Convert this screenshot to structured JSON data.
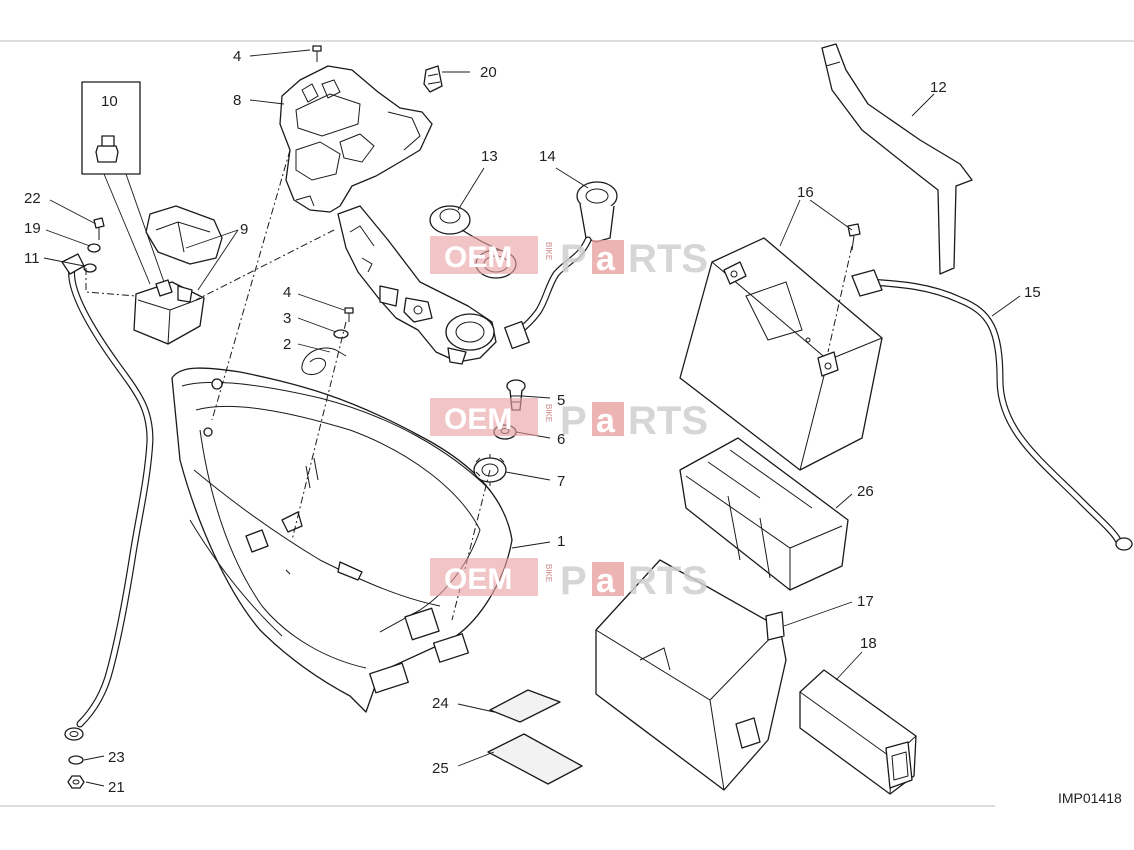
{
  "diagram_code": "IMP01418",
  "callouts": [
    {
      "id": "c1",
      "text": "1"
    },
    {
      "id": "c2",
      "text": "2"
    },
    {
      "id": "c3",
      "text": "3"
    },
    {
      "id": "c4a",
      "text": "4"
    },
    {
      "id": "c4b",
      "text": "4"
    },
    {
      "id": "c5",
      "text": "5"
    },
    {
      "id": "c6",
      "text": "6"
    },
    {
      "id": "c7",
      "text": "7"
    },
    {
      "id": "c8",
      "text": "8"
    },
    {
      "id": "c9",
      "text": "9"
    },
    {
      "id": "c10",
      "text": "10"
    },
    {
      "id": "c11",
      "text": "11"
    },
    {
      "id": "c12",
      "text": "12"
    },
    {
      "id": "c13",
      "text": "13"
    },
    {
      "id": "c14",
      "text": "14"
    },
    {
      "id": "c15",
      "text": "15"
    },
    {
      "id": "c16",
      "text": "16"
    },
    {
      "id": "c17",
      "text": "17"
    },
    {
      "id": "c18",
      "text": "18"
    },
    {
      "id": "c19",
      "text": "19"
    },
    {
      "id": "c20",
      "text": "20"
    },
    {
      "id": "c21",
      "text": "21"
    },
    {
      "id": "c22",
      "text": "22"
    },
    {
      "id": "c23",
      "text": "23"
    },
    {
      "id": "c24",
      "text": "24"
    },
    {
      "id": "c25",
      "text": "25"
    },
    {
      "id": "c26",
      "text": "26"
    }
  ],
  "watermark": {
    "oem": "OEM",
    "bike": "BIKE",
    "parts_a": "P",
    "parts_b": "a",
    "parts_c": "RTS"
  },
  "colors": {
    "line": "#1a1a1a",
    "watermark_red": "#e8a1a1",
    "watermark_grey": "#d0d0d0"
  }
}
